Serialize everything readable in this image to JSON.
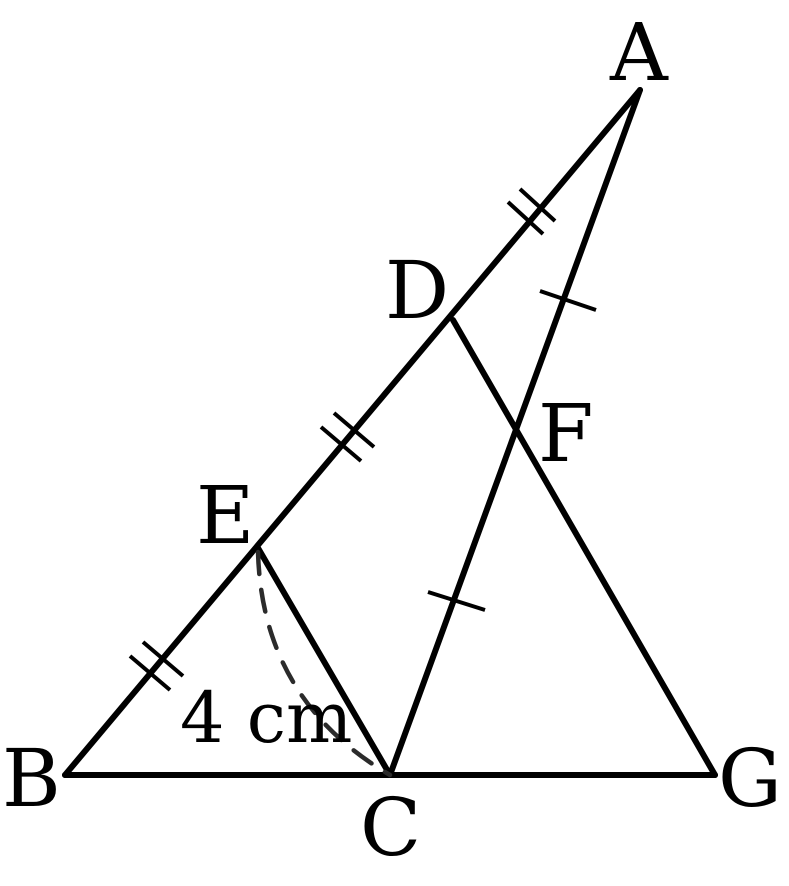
{
  "diagram": {
    "points": {
      "A": "A",
      "B": "B",
      "C": "C",
      "D": "D",
      "E": "E",
      "F": "F",
      "G": "G"
    },
    "measurement": "4 cm",
    "colors": {
      "stroke": "#000000",
      "dashed": "#2b2b2b",
      "background": "#ffffff"
    }
  }
}
